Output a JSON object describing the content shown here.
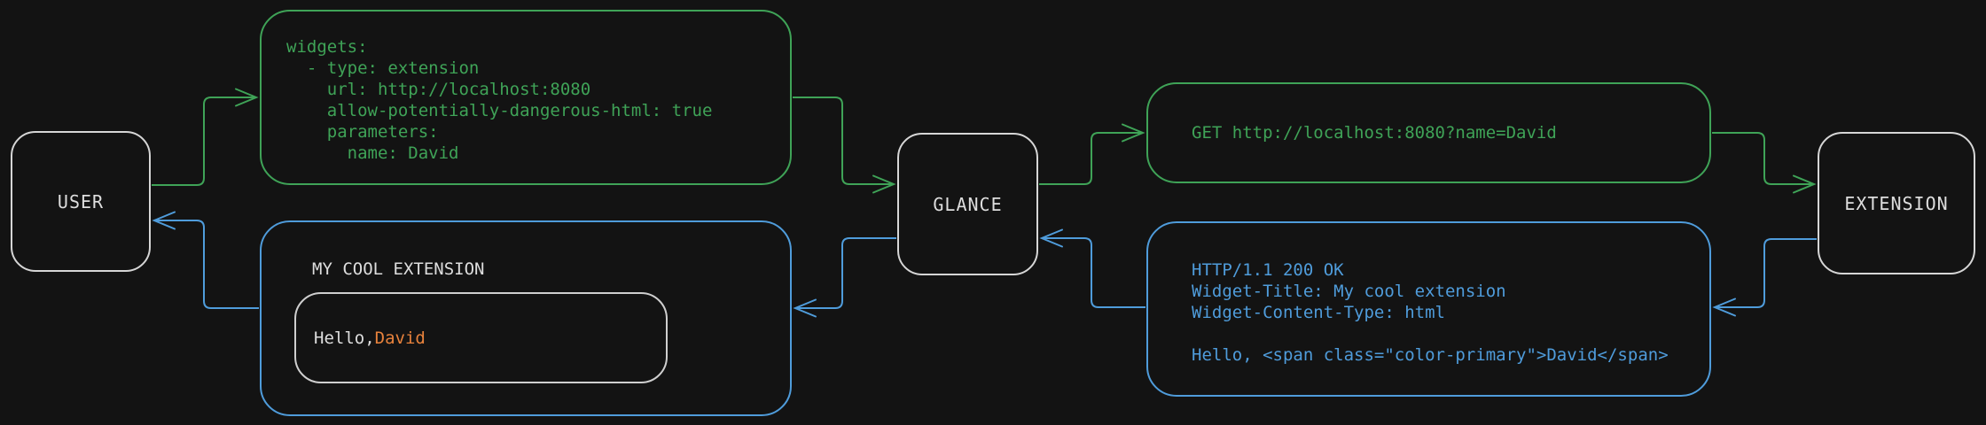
{
  "colors": {
    "request": "#3fa357",
    "response": "#4f9cdb",
    "neutral_border": "#d6d6d6",
    "neutral_text": "#dedede",
    "accent_orange": "#e8823c",
    "background": "#131313"
  },
  "nodes": {
    "user": {
      "label": "USER"
    },
    "glance": {
      "label": "GLANCE"
    },
    "extension": {
      "label": "EXTENSION"
    }
  },
  "config": {
    "text": "widgets:\n  - type: extension\n    url: http://localhost:8080\n    allow-potentially-dangerous-html: true\n    parameters:\n      name: David"
  },
  "request": {
    "text": "GET http://localhost:8080?name=David"
  },
  "response": {
    "text": "HTTP/1.1 200 OK\nWidget-Title: My cool extension\nWidget-Content-Type: html\n\nHello, <span class=\"color-primary\">David</span>"
  },
  "widget": {
    "title": "MY COOL EXTENSION",
    "greeting_prefix": "Hello, ",
    "greeting_name": "David"
  }
}
